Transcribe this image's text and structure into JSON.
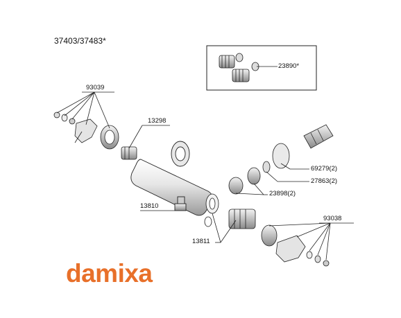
{
  "title": "37403/37483*",
  "brand": {
    "name": "damixa",
    "color": "#e8702a"
  },
  "parts": {
    "p93039": "93039",
    "p13298": "13298",
    "p13810": "13810",
    "p13811": "13811",
    "p23890": "23890*",
    "p69279": "69279(2)",
    "p27863": "27863(2)",
    "p23898": "23898(2)",
    "p93038": "93038"
  },
  "colors": {
    "line": "#222222",
    "shade": "#bfbfbf",
    "dark": "#555555"
  }
}
